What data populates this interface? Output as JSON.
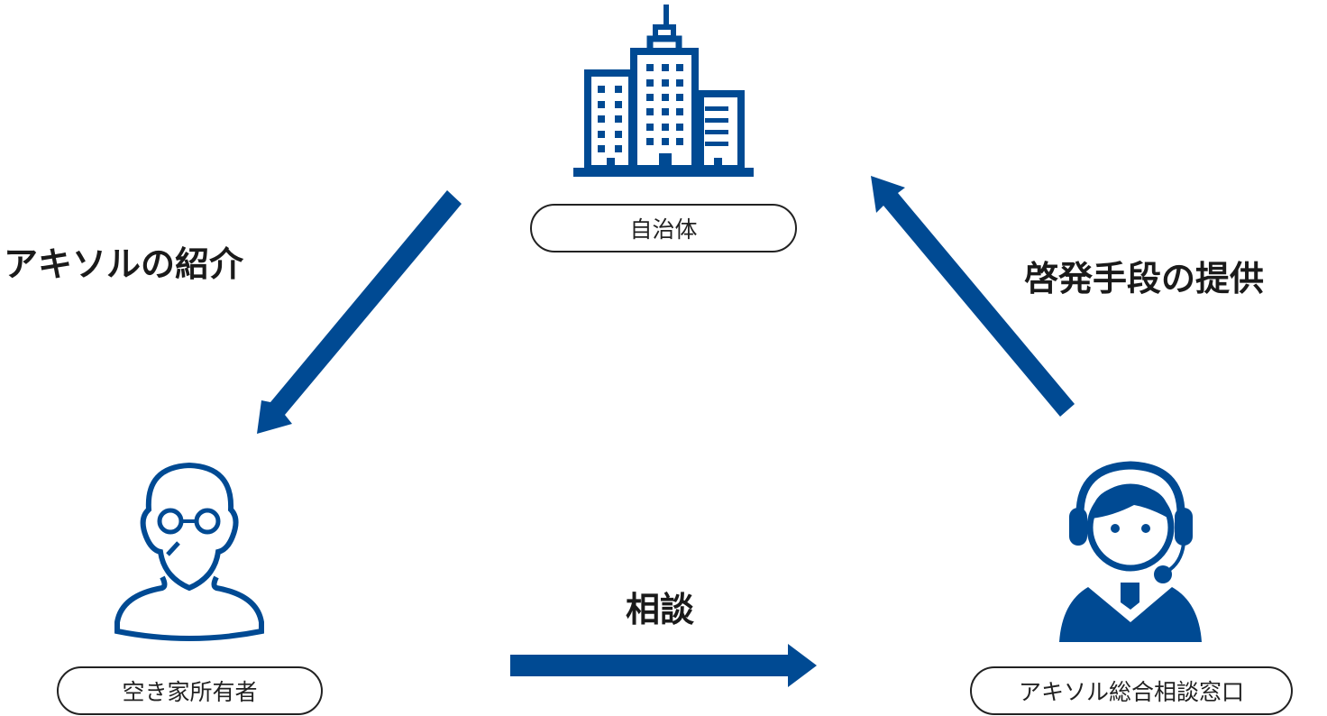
{
  "colors": {
    "accent": "#004a93",
    "text": "#1a1a1a"
  },
  "nodes": {
    "municipality": "自治体",
    "owner": "空き家所有者",
    "consultation_desk": "アキソル総合相談窓口"
  },
  "edges": {
    "introduction": "アキソルの紹介",
    "awareness": "啓発手段の提供",
    "consultation": "相談"
  },
  "icons": {
    "municipality": "building-icon",
    "owner": "elderly-person-icon",
    "consultation_desk": "headset-operator-icon"
  }
}
